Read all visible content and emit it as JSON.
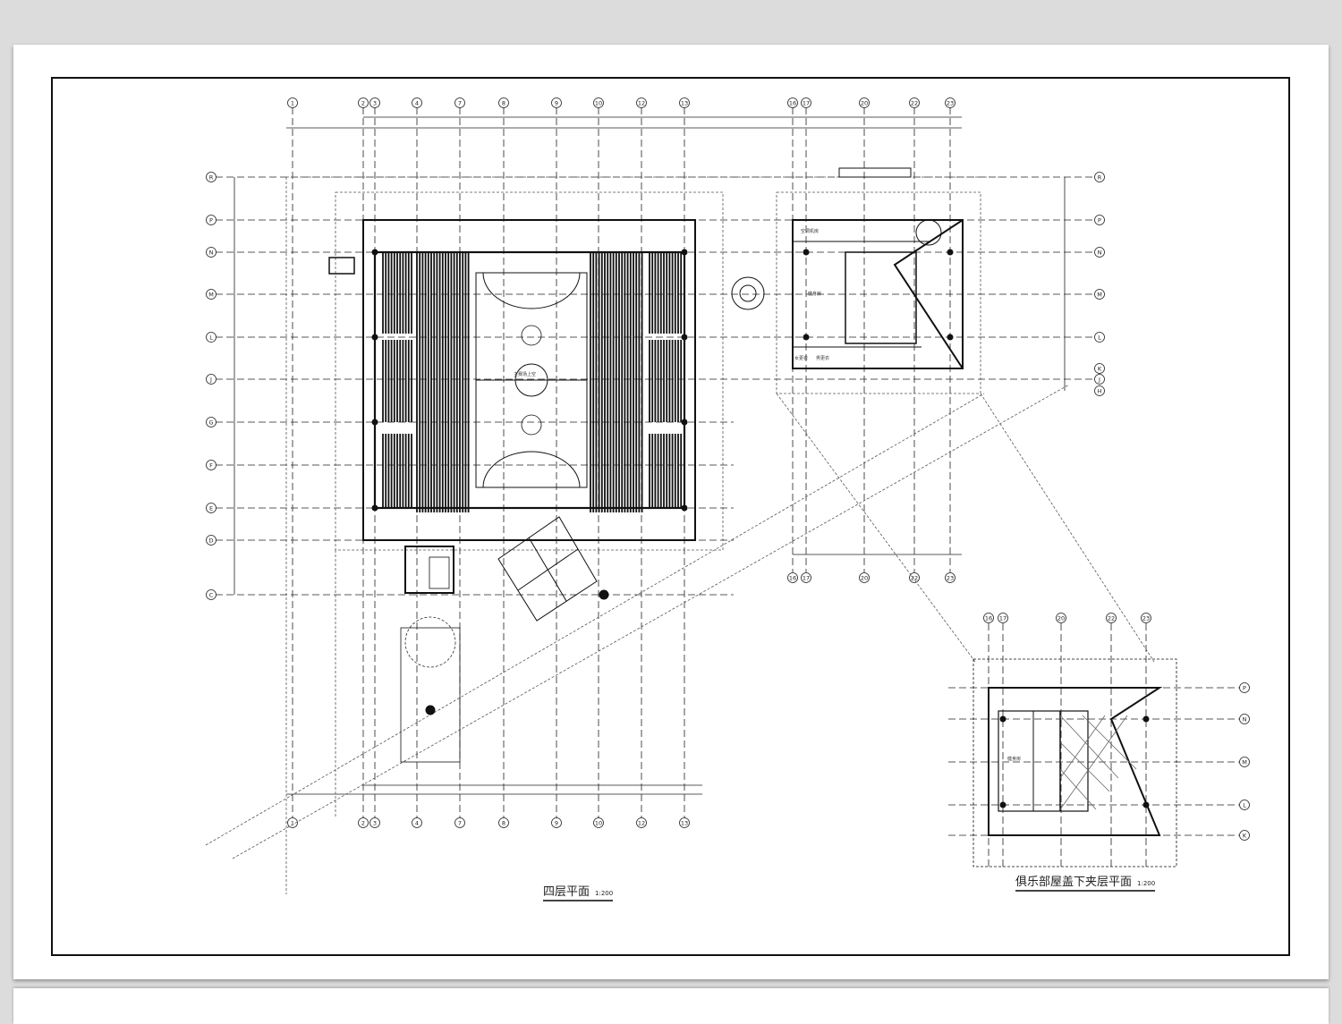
{
  "viewer": {
    "background": "#dcdcdc",
    "page": "#ffffff"
  },
  "main_plan": {
    "title": "四层平面",
    "scale": "1:200",
    "columns": [
      "1",
      "2",
      "3",
      "4",
      "7",
      "8",
      "9",
      "10",
      "12",
      "13",
      "16",
      "17",
      "20",
      "22",
      "23"
    ],
    "rows": [
      "R",
      "P",
      "N",
      "M",
      "L",
      "J",
      "G",
      "F",
      "E",
      "D",
      "C"
    ],
    "right_rows": [
      "R",
      "P",
      "N",
      "M",
      "L",
      "K",
      "J",
      "H"
    ],
    "court_label": "主赛场上空",
    "rooms": [
      "空调机房",
      "健身房",
      "女更衣",
      "男更衣"
    ]
  },
  "club_plan": {
    "title": "俱乐部屋盖下夹层平面",
    "scale": "1:200",
    "columns": [
      "16",
      "17",
      "20",
      "22",
      "23"
    ],
    "rows": [
      "P",
      "N",
      "M",
      "L",
      "K"
    ],
    "rooms": [
      "健身房"
    ]
  }
}
